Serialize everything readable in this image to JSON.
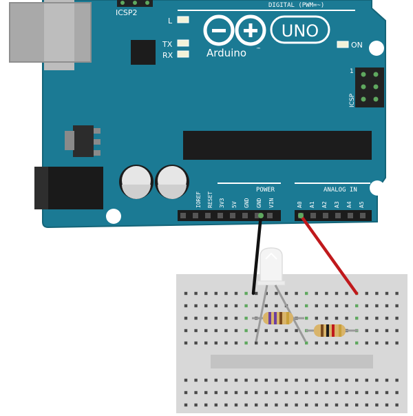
{
  "board": {
    "logo_text": "Arduino",
    "model": "UNO",
    "trademark": "™",
    "digital_header": "DIGITAL (PWM=~)",
    "tx_label": "TX",
    "rx_label": "RX",
    "l_label": "L",
    "on_label": "ON",
    "icsp_top": "ICSP2",
    "icsp_right": "ICSP",
    "icsp_pin1": "1",
    "power_header": "POWER",
    "analog_header": "ANALOG IN",
    "power_pins": [
      "IOREF",
      "RESET",
      "3V3",
      "5V",
      "GND",
      "GND",
      "VIN"
    ],
    "analog_pins": [
      "A0",
      "A1",
      "A2",
      "A3",
      "A4",
      "A5"
    ],
    "colors": {
      "board": "#1b7a94",
      "board_edge": "#146478",
      "silkscreen": "#ffffff"
    }
  },
  "breadboard": {
    "colors": {
      "body": "#d8d8d8",
      "hole": "#4a4a4a",
      "channel": "#c3c3c3"
    }
  },
  "wires": {
    "gnd_color": "#111111",
    "a0_color": "#c0191c"
  },
  "components": {
    "led_color": "#f4f4f4",
    "resistor_body": "#d9b46a"
  }
}
